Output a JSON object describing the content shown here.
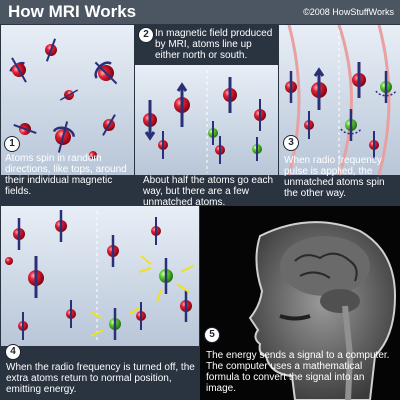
{
  "header": {
    "title": "How MRI Works",
    "copyright": "©2008 HowStuffWorks"
  },
  "steps": [
    {
      "number": "1",
      "text": "Atoms spin in random directions, like tops, around their individual magnetic fields."
    },
    {
      "number": "2",
      "text_top": "In magnetic field produced by MRI, atoms line up either north or south.",
      "text_bottom": "About half the atoms go each way, but there are a few unmatched atoms."
    },
    {
      "number": "3",
      "text": "When radio frequency pulse is applied, the unmatched atoms spin the other way."
    },
    {
      "number": "4",
      "text": "When the radio frequency is turned off, the extra atoms return to normal position, emitting energy."
    },
    {
      "number": "5",
      "text": "The energy sends a signal to a computer. The computer uses a mathematical formula to convert the signal into an image."
    }
  ],
  "icons": [
    "atom-red-icon",
    "atom-green-icon",
    "spin-arrow-icon",
    "energy-burst-icon",
    "mri-head-scan"
  ],
  "colors": {
    "header_bg": "#4c5663",
    "panel_bg": "#c8d4e4",
    "caption_bg": "#2a3340",
    "atom_red": "#d01028",
    "atom_green": "#48c828",
    "arrow": "#2a3078"
  }
}
